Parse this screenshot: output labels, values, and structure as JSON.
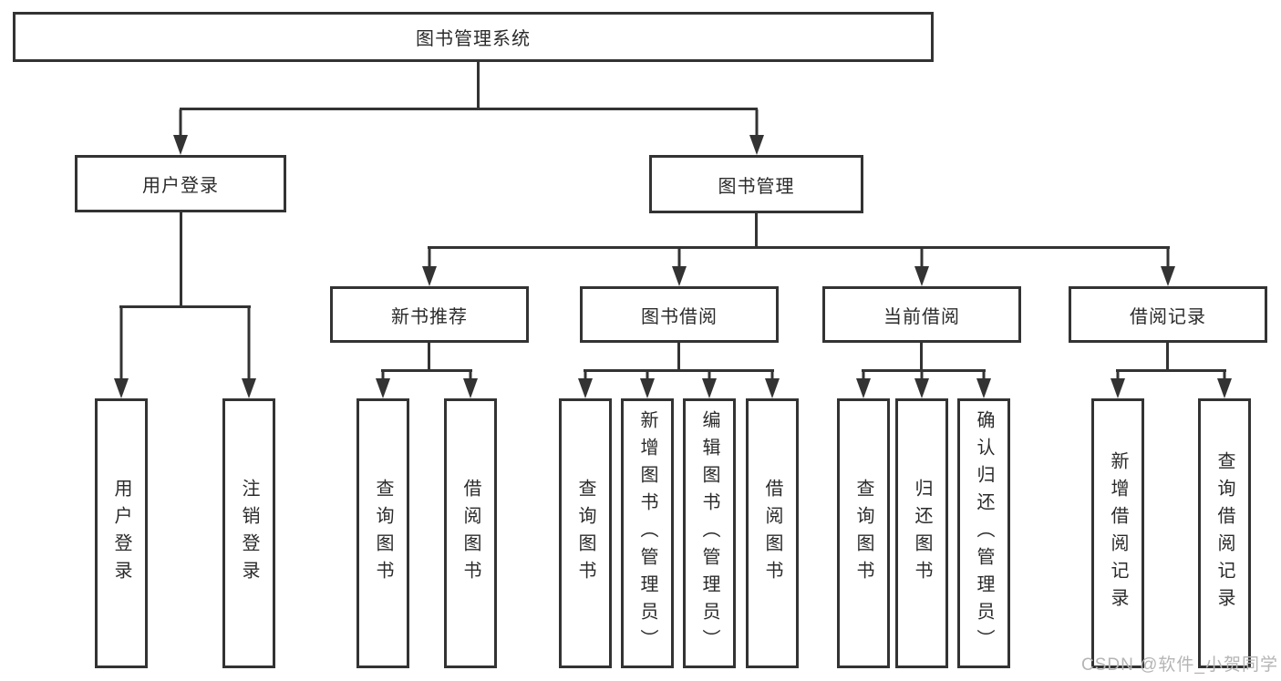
{
  "tree": {
    "root": "图书管理系统",
    "branches": [
      {
        "label": "用户登录",
        "leaves": [
          "用户登录",
          "注销登录"
        ]
      },
      {
        "label": "图书管理",
        "sections": [
          {
            "label": "新书推荐",
            "leaves": [
              "查询图书",
              "借阅图书"
            ]
          },
          {
            "label": "图书借阅",
            "leaves": [
              "查询图书",
              "新增图书（管理员）",
              "编辑图书（管理员）",
              "借阅图书"
            ]
          },
          {
            "label": "当前借阅",
            "leaves": [
              "查询图书",
              "归还图书",
              "确认归还（管理员）"
            ]
          },
          {
            "label": "借阅记录",
            "leaves": [
              "新增借阅记录",
              "查询借阅记录"
            ]
          }
        ]
      }
    ]
  },
  "watermark": {
    "text": "CSDN @软件_小贺同学"
  },
  "colors": {
    "line": "#333333",
    "background": "#ffffff",
    "watermark": "#b5b5b5"
  }
}
